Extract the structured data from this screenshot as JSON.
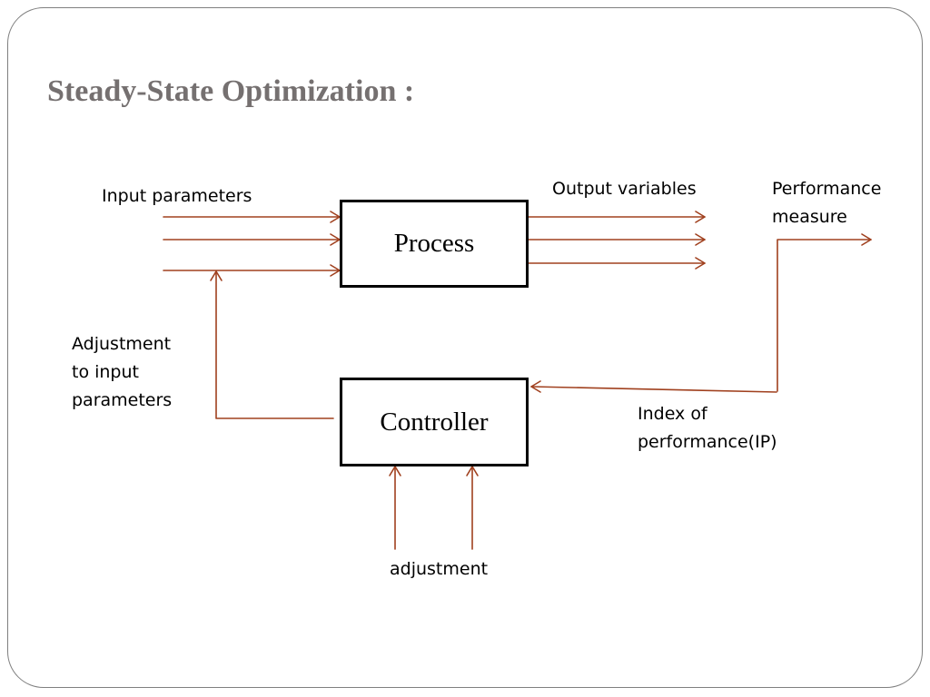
{
  "slide": {
    "title": "Steady-State Optimization :"
  },
  "diagram": {
    "blocks": {
      "process": "Process",
      "controller": "Controller"
    },
    "labels": {
      "input_parameters": "Input parameters",
      "output_variables": "Output variables",
      "performance_measure_line1": "Performance",
      "performance_measure_line2": "measure",
      "adjustment_line1": "Adjustment",
      "adjustment_line2": "to input",
      "adjustment_line3": "parameters",
      "index_line1": "Index of",
      "index_line2": "performance(IP)",
      "adjustment": "adjustment"
    },
    "colors": {
      "arrow": "#a0401e",
      "title": "#757070",
      "box_border": "#000000",
      "frame_border": "#7f7f7f"
    }
  }
}
